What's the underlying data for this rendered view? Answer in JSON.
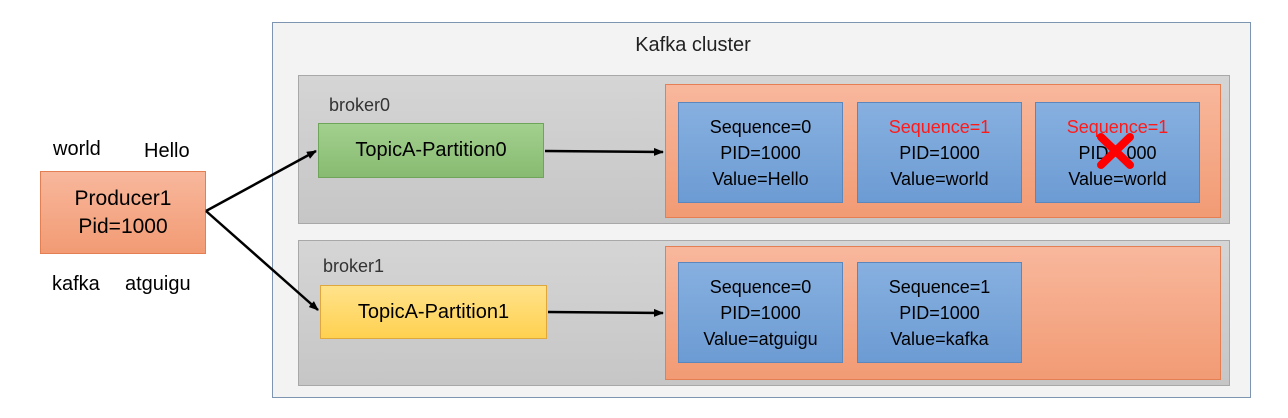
{
  "cluster": {
    "title": "Kafka cluster"
  },
  "producer": {
    "name": "Producer1",
    "pid": "Pid=1000",
    "messages_top": [
      "world",
      "Hello"
    ],
    "messages_bottom": [
      "kafka",
      "atguigu"
    ]
  },
  "brokers": [
    {
      "label": "broker0",
      "partition": "TopicA-Partition0",
      "records": [
        {
          "sequence": "Sequence=0",
          "pid": "PID=1000",
          "value": "Value=Hello"
        },
        {
          "sequence": "Sequence=1",
          "pid": "PID=1000",
          "value": "Value=world"
        },
        {
          "sequence": "Sequence=1",
          "pid": "PID",
          "pid_suffix": "000",
          "value": "Value=world"
        }
      ]
    },
    {
      "label": "broker1",
      "partition": "TopicA-Partition1",
      "records": [
        {
          "sequence": "Sequence=0",
          "pid": "PID=1000",
          "value": "Value=atguigu"
        },
        {
          "sequence": "Sequence=1",
          "pid": "PID=1000",
          "value": "Value=kafka"
        }
      ]
    }
  ],
  "colors": {
    "highlight_text": "#ff1a1a",
    "reject_mark": "#ff0000",
    "partition0": "#93c47d",
    "partition1": "#ffd966",
    "record": "#7ba7d9",
    "log_area": "#f4a582"
  },
  "icons": {
    "reject": "red-x-icon"
  }
}
